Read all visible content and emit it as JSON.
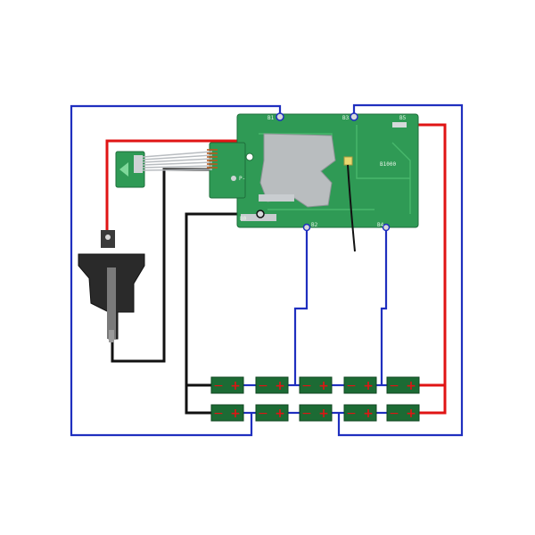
{
  "board": {
    "pad_labels": {
      "b1": "B1",
      "b3": "B3",
      "b5": "B5",
      "b0": "B0",
      "b2": "B2",
      "b4": "B4",
      "p_minus": "P-",
      "code": "B1000"
    }
  },
  "cells": {
    "rows": 2,
    "per_row": 5,
    "minus_symbol": "−",
    "plus_symbol": "+"
  },
  "colors": {
    "balance_wire": "#1f2fbf",
    "positive_wire": "#e01414",
    "negative_wire": "#111111",
    "pcb_green": "#2f9a55",
    "cell_green": "#1c6b34",
    "cell_marks": "#e01414"
  }
}
